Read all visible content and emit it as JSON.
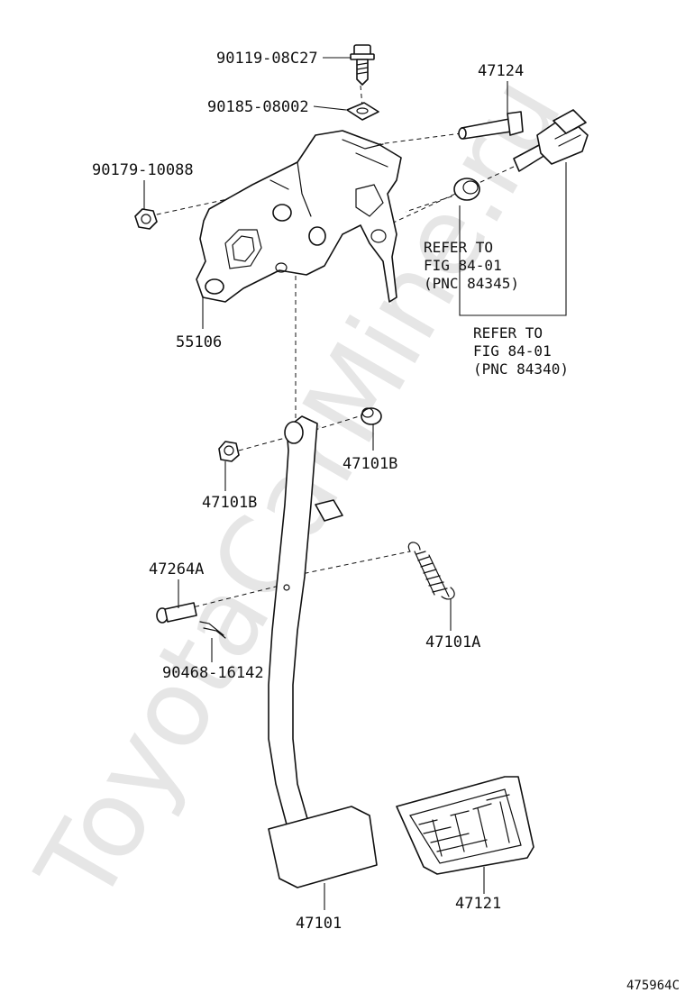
{
  "watermark": "ToyotaCarMine.ru",
  "figure_code": "475964C",
  "parts": {
    "p1": "90119-08C27",
    "p2": "90185-08002",
    "p3": "47124",
    "p4": "90179-10088",
    "p5": "55106",
    "p6": "47101B",
    "p7": "47101B",
    "p8": "47264A",
    "p9": "90468-16142",
    "p10": "47101A",
    "p11": "47101",
    "p12": "47121"
  },
  "refers": [
    {
      "line1": "REFER TO",
      "line2": "FIG 84-01",
      "line3": "(PNC 84345)"
    },
    {
      "line1": "REFER TO",
      "line2": "FIG 84-01",
      "line3": "(PNC 84340)"
    }
  ]
}
